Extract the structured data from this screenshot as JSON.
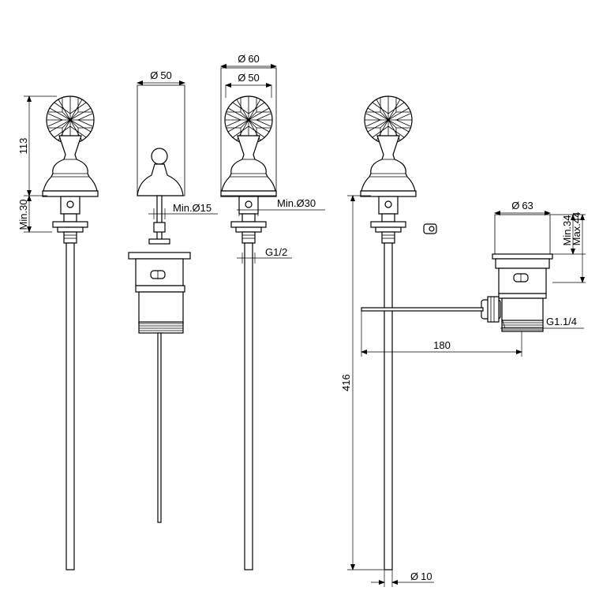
{
  "drawing": {
    "line_color": "#000000",
    "background": "#ffffff",
    "dimensions": {
      "d60": "60",
      "d50_center": "50",
      "d50_left": "50",
      "h113": "113",
      "min30_left": "Min.30",
      "min_d15": "Min.Ø15",
      "min_d30": "Min.Ø30",
      "g12": "G1/2",
      "d63": "63",
      "min34": "Min.34",
      "max44": "Max.44",
      "g114": "G1.1/4",
      "l180": "180",
      "h416": "416",
      "d10": "10"
    },
    "symbols": {
      "diameter": "Ø"
    }
  }
}
